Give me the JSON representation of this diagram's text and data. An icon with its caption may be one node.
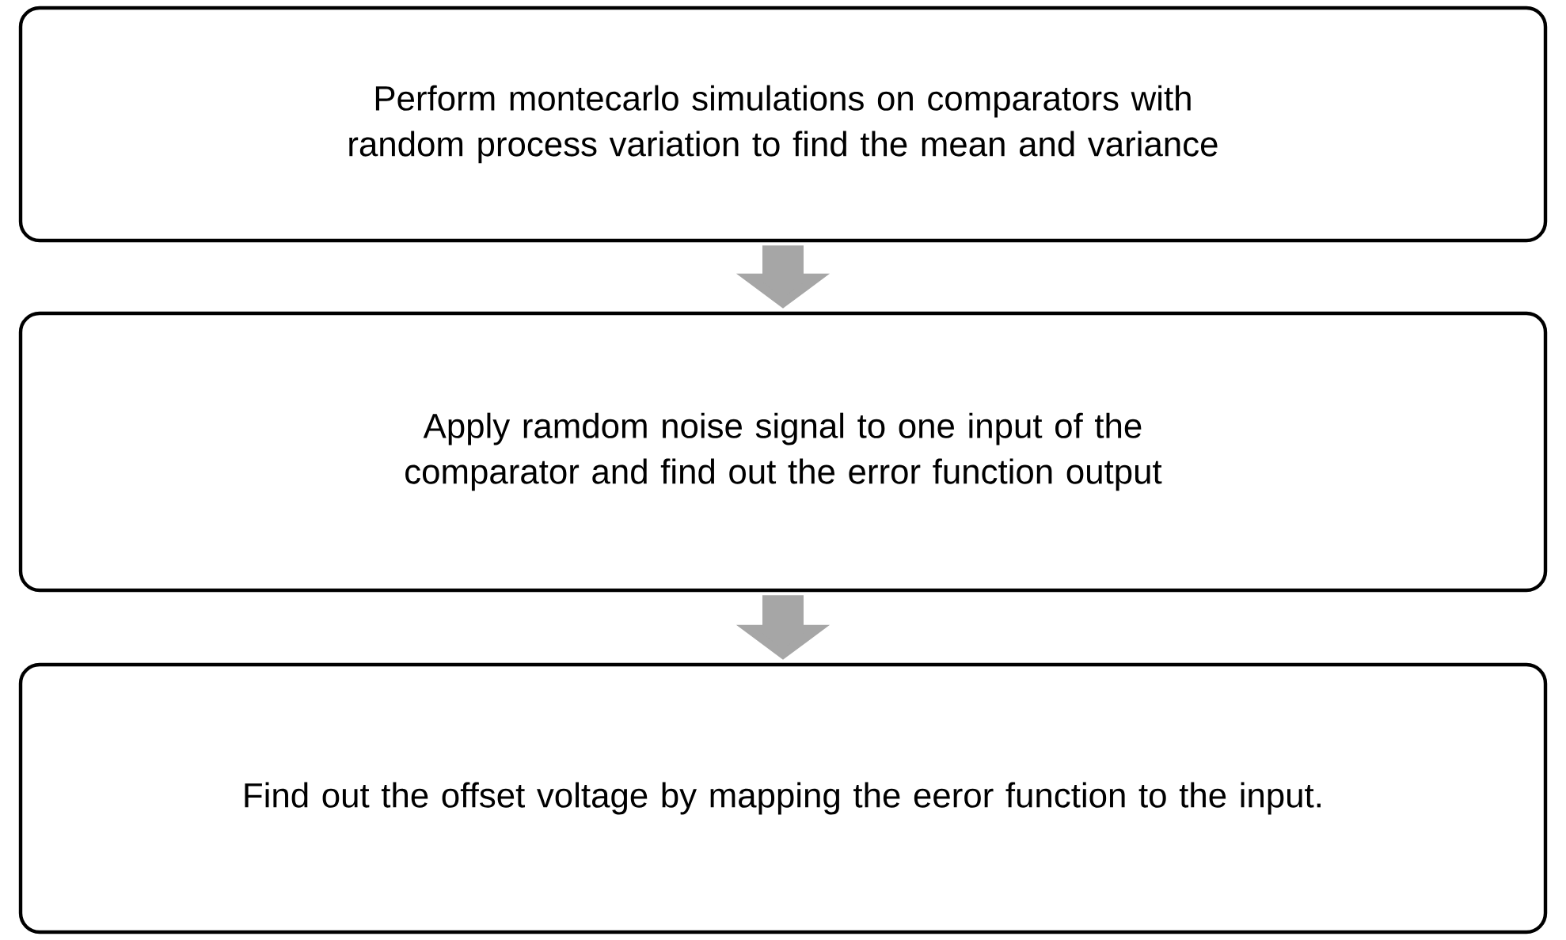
{
  "diagram": {
    "nodes": [
      {
        "text": [
          "Perform montecarlo simulations on comparators with random process variation to find the mean and variance"
        ]
      },
      {
        "text": [
          "Apply ramdom noise signal to one input of the comparator and find out the error function output"
        ]
      },
      {
        "text": [
          "Find out the offset voltage by mapping the eeror function to the input."
        ]
      }
    ],
    "edges": [
      {
        "from": 0,
        "to": 1,
        "arrow": "to"
      },
      {
        "from": 1,
        "to": 2,
        "arrow": "to"
      }
    ]
  }
}
